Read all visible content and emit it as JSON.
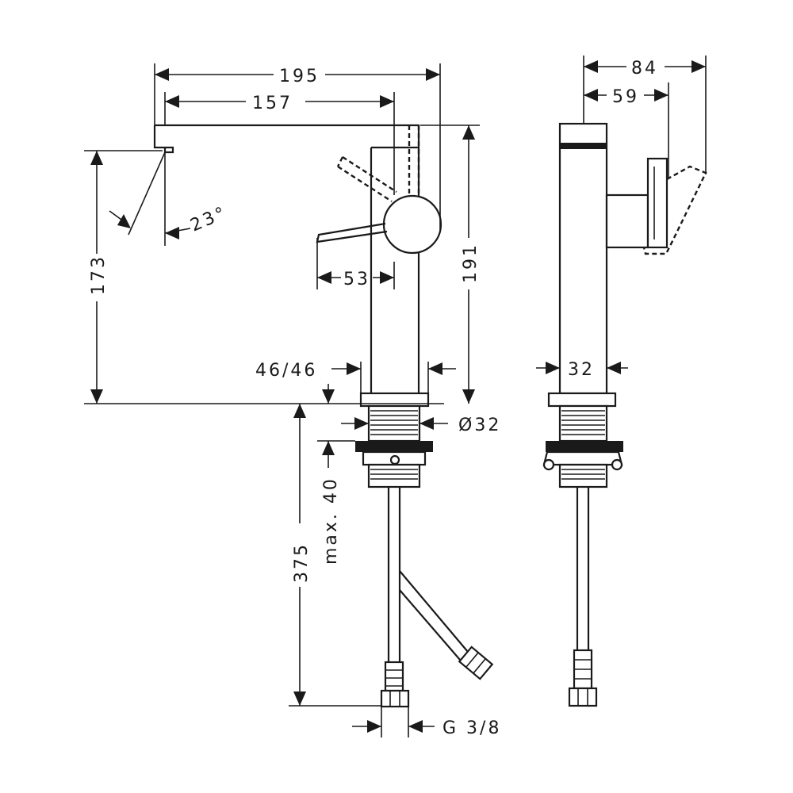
{
  "dimensions": {
    "overall_length": "195",
    "spout_reach": "157",
    "height_under_spout": "173",
    "overall_height": "191",
    "lever_offset": "53",
    "spout_angle": "23°",
    "base_front": "46/46",
    "thread_diameter": "Ø32",
    "max_deck": "max. 40",
    "hose_length": "375",
    "connection": "G 3/8",
    "side_depth": "84",
    "side_lever": "59",
    "side_body": "32"
  }
}
